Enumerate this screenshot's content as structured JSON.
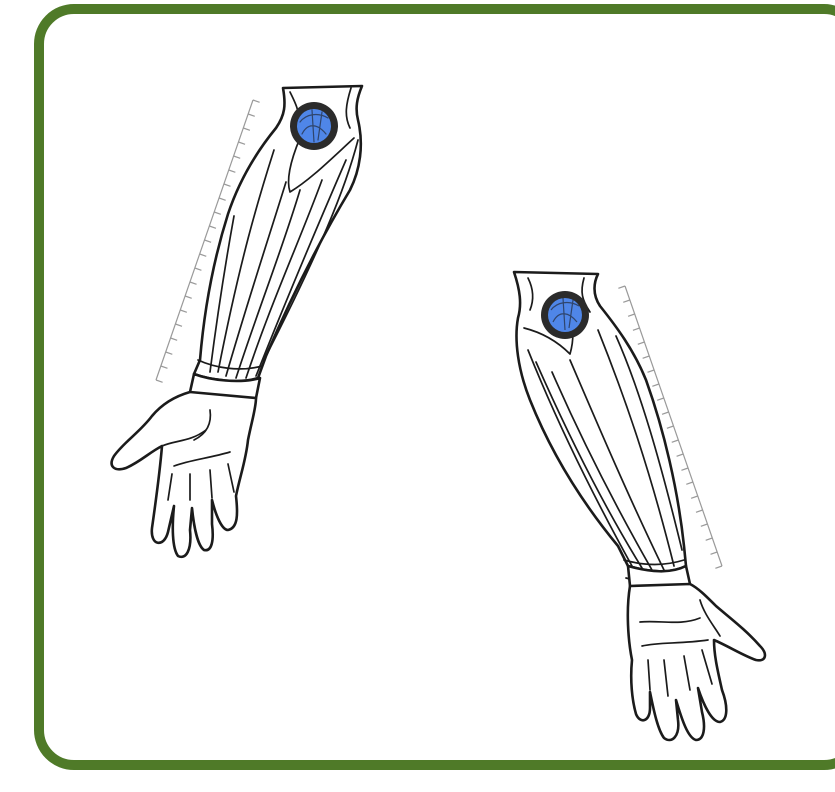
{
  "diagram": {
    "subject": "forearm-anterior-views",
    "frame_color": "#4f7a28",
    "marker_fill": "#4f86e8",
    "marker_ring": "#2b2b2b",
    "markers": [
      {
        "name": "left-arm-elbow-point",
        "arm": "left"
      },
      {
        "name": "right-arm-elbow-point",
        "arm": "right"
      }
    ]
  }
}
